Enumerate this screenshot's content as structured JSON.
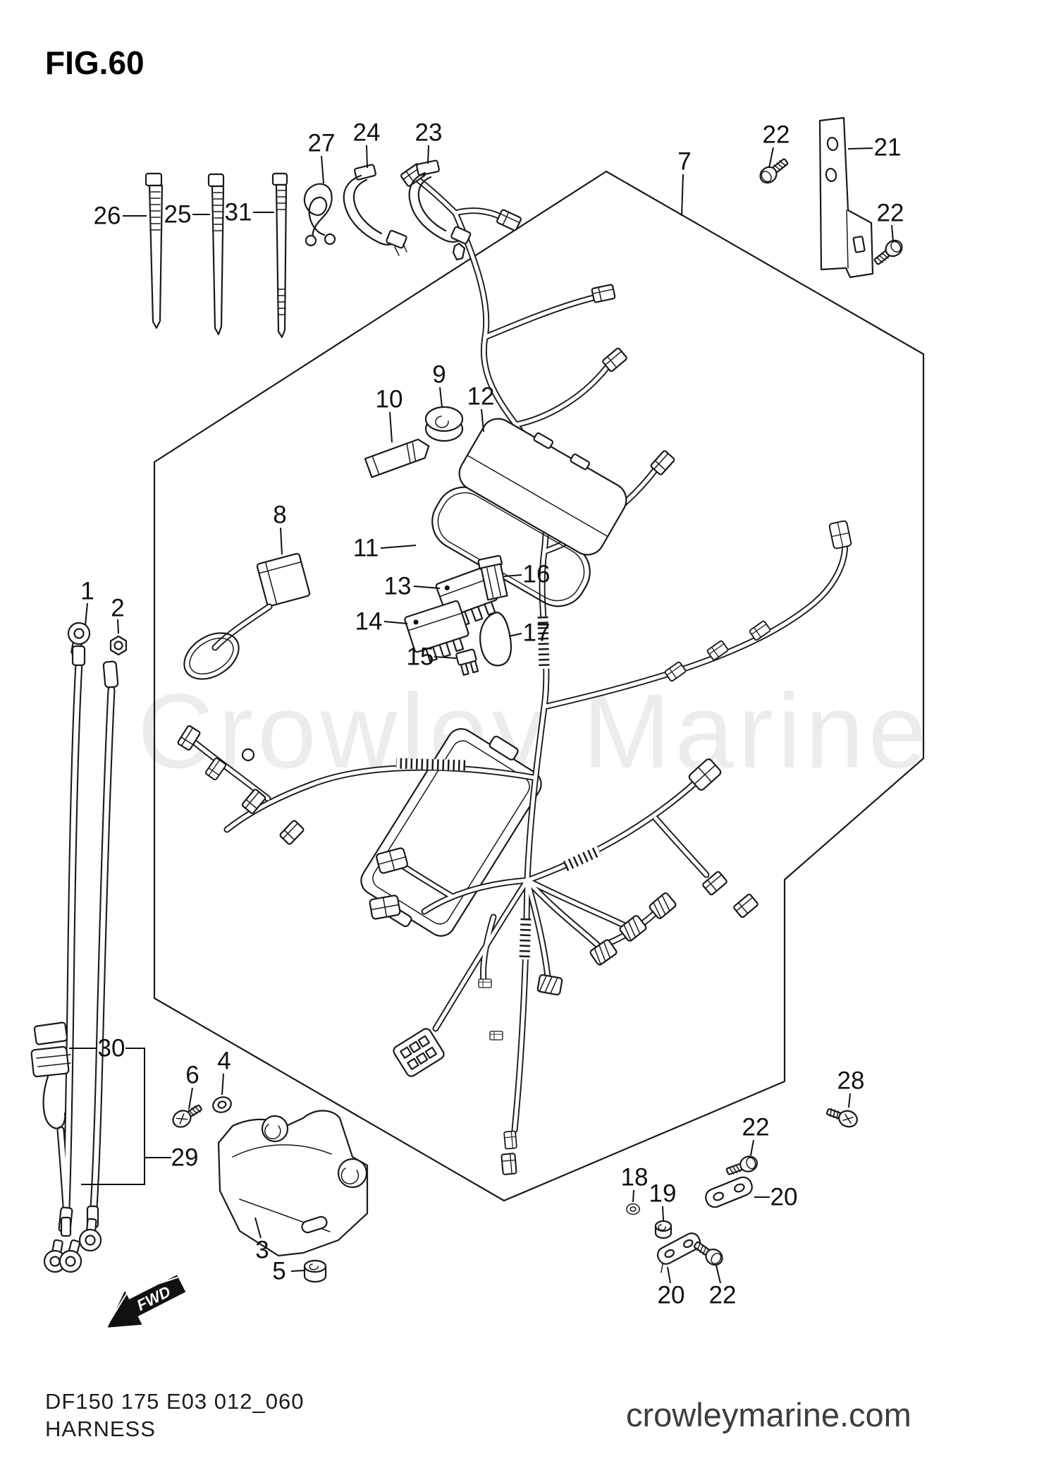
{
  "figure": {
    "title": "FIG.60"
  },
  "watermark": "Crowley Marine",
  "fwd": "FWD",
  "footer": {
    "code": "DF150 175 E03 012_060",
    "caption": "HARNESS",
    "brand": "crowleymarine.com"
  },
  "callouts": {
    "n1": {
      "label": "1"
    },
    "n2": {
      "label": "2"
    },
    "n3": {
      "label": "3"
    },
    "n4": {
      "label": "4"
    },
    "n5": {
      "label": "5"
    },
    "n6": {
      "label": "6"
    },
    "n7": {
      "label": "7"
    },
    "n8": {
      "label": "8"
    },
    "n9": {
      "label": "9"
    },
    "n10": {
      "label": "10"
    },
    "n11": {
      "label": "11"
    },
    "n12": {
      "label": "12"
    },
    "n13": {
      "label": "13"
    },
    "n14": {
      "label": "14"
    },
    "n15": {
      "label": "15"
    },
    "n16": {
      "label": "16"
    },
    "n17": {
      "label": "17"
    },
    "n18": {
      "label": "18"
    },
    "n19": {
      "label": "19"
    },
    "n20a": {
      "label": "20"
    },
    "n20b": {
      "label": "20"
    },
    "n21": {
      "label": "21"
    },
    "n22a": {
      "label": "22"
    },
    "n22b": {
      "label": "22"
    },
    "n22c": {
      "label": "22"
    },
    "n22d": {
      "label": "22"
    },
    "n23": {
      "label": "23"
    },
    "n24": {
      "label": "24"
    },
    "n25": {
      "label": "25"
    },
    "n26": {
      "label": "26"
    },
    "n27": {
      "label": "27"
    },
    "n28": {
      "label": "28"
    },
    "n29": {
      "label": "29"
    },
    "n30": {
      "label": "30"
    },
    "n31": {
      "label": "31"
    }
  }
}
